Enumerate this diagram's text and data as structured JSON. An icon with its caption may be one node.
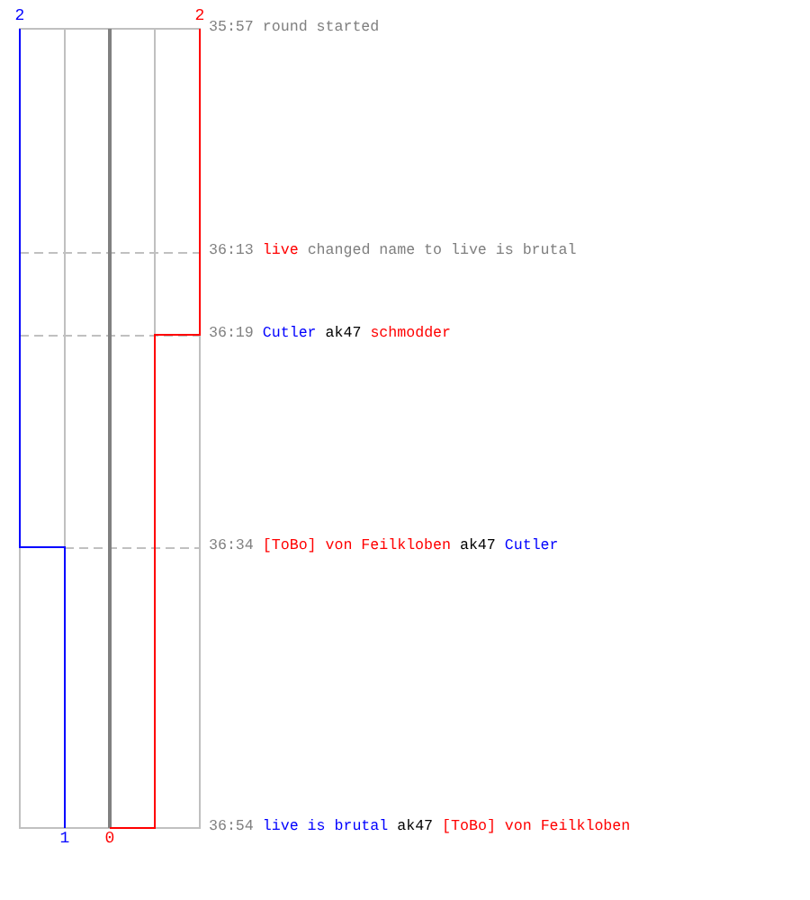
{
  "diagram": {
    "labels": [
      "2",
      "2",
      "35:57",
      "round started",
      "36:13",
      "live",
      "changed name to live is brutal",
      "36:19",
      "Cutler",
      "ak47",
      "schmodder",
      "36:34",
      "[ToBo] von Feilkloben",
      "ak47",
      "Cutler",
      "36:54",
      "live is brutal",
      "ak47",
      "[ToBo] von Feilkloben",
      "1",
      "0"
    ]
  }
}
